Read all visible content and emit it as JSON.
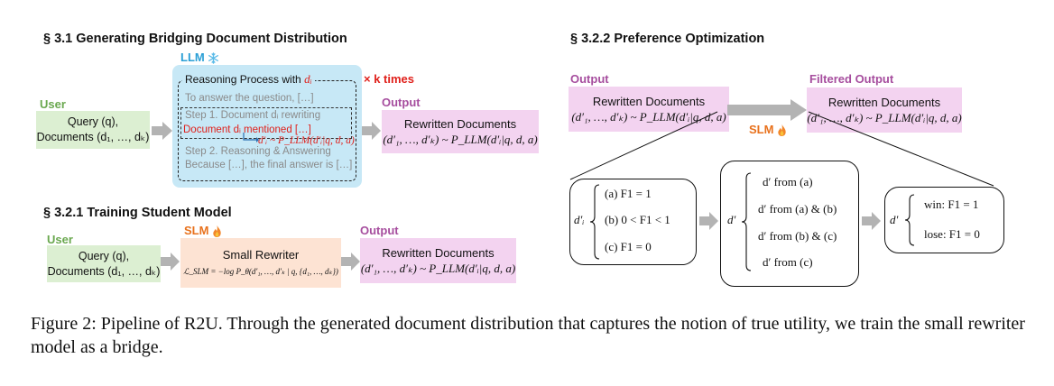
{
  "left": {
    "section_31": "§ 3.1 Generating Bridging Document Distribution",
    "llm_label": "LLM",
    "user_label": "User",
    "query_line1": "Query (q),",
    "query_line2": "Documents (d₁, …, dₖ)",
    "reasoning_title": "Reasoning Process with ",
    "reasoning_di": "dᵢ",
    "k_times": "× k times",
    "step_answer": "To answer the question, […]",
    "step1": "Step 1. Document dᵢ rewriting",
    "step1_highlight": "Document dᵢ mentioned […]",
    "step1_formula": "d′ᵢ ~ P_LLM(d′ᵢ|q, d, a)",
    "step2": "Step 2. Reasoning & Answering",
    "step2_because": "Because […], the final answer is […]",
    "output_label": "Output",
    "output_title": "Rewritten Documents",
    "output_formula": "(d′₁, …, d′ₖ) ~ P_LLM(d′ᵢ|q, d, a)",
    "section_321": "§ 3.2.1 Training Student Model",
    "user2_label": "User",
    "slm_label": "SLM",
    "small_rewriter": "Small Rewriter",
    "loss_formula": "ℒ_SLM = −log P_θ(d′₁, …, d′ₖ | q, {d₁, …, dₖ})",
    "output2_label": "Output",
    "output2_title": "Rewritten Documents",
    "output2_formula": "(d′₁, …, d′ₖ) ~ P_LLM(d′ᵢ|q, d, a)"
  },
  "right": {
    "section_322": "§ 3.2.2 Preference Optimization",
    "output_label": "Output",
    "output_title": "Rewritten Documents",
    "output_formula": "(d′₁, …, d′ₖ) ~ P_LLM(d′ᵢ|q, d, a)",
    "filtered_label": "Filtered Output",
    "filtered_title": "Rewritten Documents",
    "filtered_formula": "(d′₁, …, d′ₖ) ~ P_LLM(d′ᵢ|q, d, a)",
    "slm_label": "SLM",
    "case_var": "d′ᵢ",
    "case_a": "(a) F1 = 1",
    "case_b": "(b) 0 <  F1 < 1",
    "case_c": "(c) F1 = 0",
    "group_var": "d′",
    "group_1": "d′ from (a)",
    "group_2": "d′ from (a) & (b)",
    "group_3": "d′ from (b) & (c)",
    "group_4": "d′ from (c)",
    "final_var": "d′",
    "win": "win: F1 = 1",
    "lose": "lose: F1 = 0"
  },
  "caption": "Figure 2: Pipeline of R2U. Through the generated document distribution that captures the notion of true utility, we train the small rewriter model as a bridge.",
  "colors": {
    "user_bg": "#dcefd2",
    "output_bg": "#f3d3f0",
    "llm_bg": "#c7e8f6",
    "slm_bg": "#fde3d3",
    "arrow": "#b3b3b3",
    "highlight_red": "#e0201b"
  },
  "icons": [
    "snowflake-icon",
    "flame-icon"
  ]
}
